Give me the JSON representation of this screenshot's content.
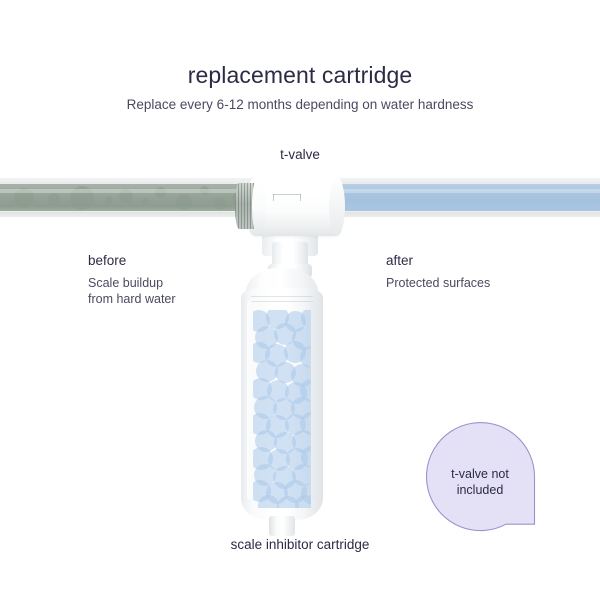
{
  "header": {
    "title": "replacement cartridge",
    "subtitle": "Replace every 6-12 months depending on water hardness"
  },
  "diagram": {
    "valve_label": "t-valve",
    "cartridge_caption": "scale inhibitor cartridge",
    "before": {
      "heading": "before",
      "description": "Scale buildup\nfrom hard water"
    },
    "after": {
      "heading": "after",
      "description": "Protected surfaces"
    },
    "badge": {
      "text": "t-valve not\nincluded"
    }
  },
  "colors": {
    "text_dark": "#2b2b46",
    "text_muted": "#4a4a62",
    "pipe_scaled": "#93a295",
    "pipe_clean": "#a9c5e1",
    "bead_blue": "#a9c9e9",
    "badge_fill": "#e4e1f7",
    "badge_stroke": "#9a92cf",
    "casing_gray": "#dfe1e3",
    "background": "#ffffff"
  }
}
